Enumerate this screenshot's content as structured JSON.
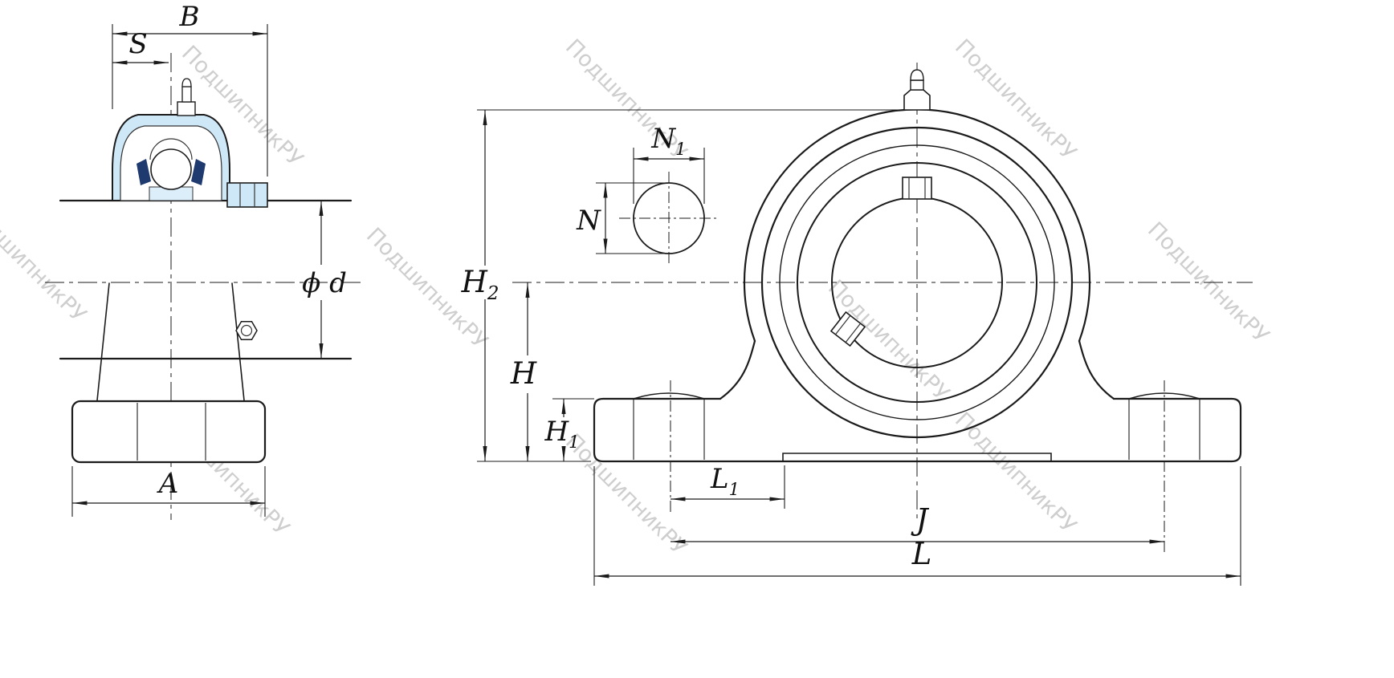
{
  "watermark": {
    "text": "ПодшипникРУ"
  },
  "colors": {
    "line": "#1b1b1b",
    "blue_fill": "#cfe8f8",
    "blue_fill_light": "#ddeefb",
    "navy": "#1f3a6e",
    "watermark": "#c6c6c6",
    "background": "#ffffff"
  },
  "left_view": {
    "labels": {
      "B": "B",
      "S": "S",
      "phi_d": "ϕ d",
      "A": "A"
    }
  },
  "right_view": {
    "labels": {
      "H2": {
        "base": "H",
        "sub": "2"
      },
      "N1": {
        "base": "N",
        "sub": "1"
      },
      "N": "N",
      "H": "H",
      "H1": {
        "base": "H",
        "sub": "1"
      },
      "L1": {
        "base": "L",
        "sub": "1"
      },
      "J": "J",
      "L": "L"
    }
  }
}
